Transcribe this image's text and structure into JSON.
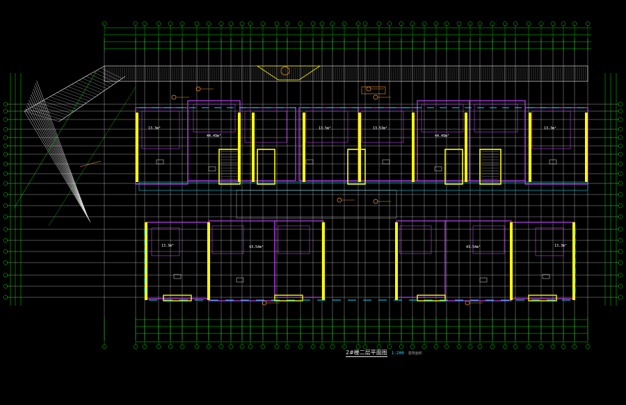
{
  "drawing": {
    "title": "2#楼二层平面图",
    "scale": "1:200",
    "note": "建筑面积"
  },
  "colors": {
    "background": "#000000",
    "axis_line": "#e6e6e6",
    "dimension_line": "#00e000",
    "wall_structure": "#c040ff",
    "wall_core": "#ffff00",
    "window": "#00e5ff",
    "annotation": "#ff9a33",
    "room_text": "#ffffff"
  },
  "room_areas": {
    "upper": [
      "13.3m²",
      "44.49m²",
      "13.5m²",
      "13.53m²",
      "44.49m²",
      "13.3m²"
    ],
    "lower": [
      "13.3m²",
      "43.54m²",
      "43.54m²",
      "13.3m²"
    ]
  }
}
